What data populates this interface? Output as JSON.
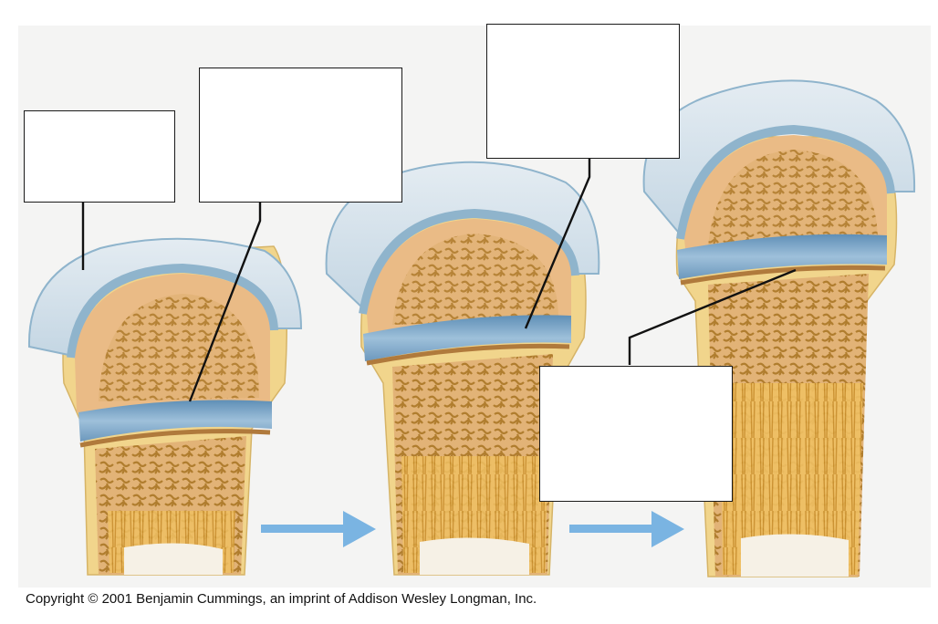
{
  "copyright": "Copyright © 2001 Benjamin Cummings, an imprint of Addison Wesley Longman, Inc.",
  "colors": {
    "background": "#f4f4f3",
    "cartilage": "#cfdde6",
    "cartilage_rim": "#8fb4cc",
    "bone_marrow": "#e8b985",
    "spongy_bone": "#b88635",
    "cortical_bone": "#f1d58c",
    "growth_plate": "#6f9fc1",
    "arrow": "#7ab4e2",
    "leader_line": "#111111"
  },
  "label_boxes": [
    {
      "id": "articular-cartilage-label",
      "text": ""
    },
    {
      "id": "epiphyseal-plate-label-1",
      "text": ""
    },
    {
      "id": "epiphyseal-plate-label-2",
      "text": ""
    },
    {
      "id": "metaphysis-label",
      "text": ""
    }
  ],
  "stages": [
    "stage-1",
    "stage-2",
    "stage-3"
  ],
  "arrows": [
    "progress-arrow-1",
    "progress-arrow-2"
  ]
}
